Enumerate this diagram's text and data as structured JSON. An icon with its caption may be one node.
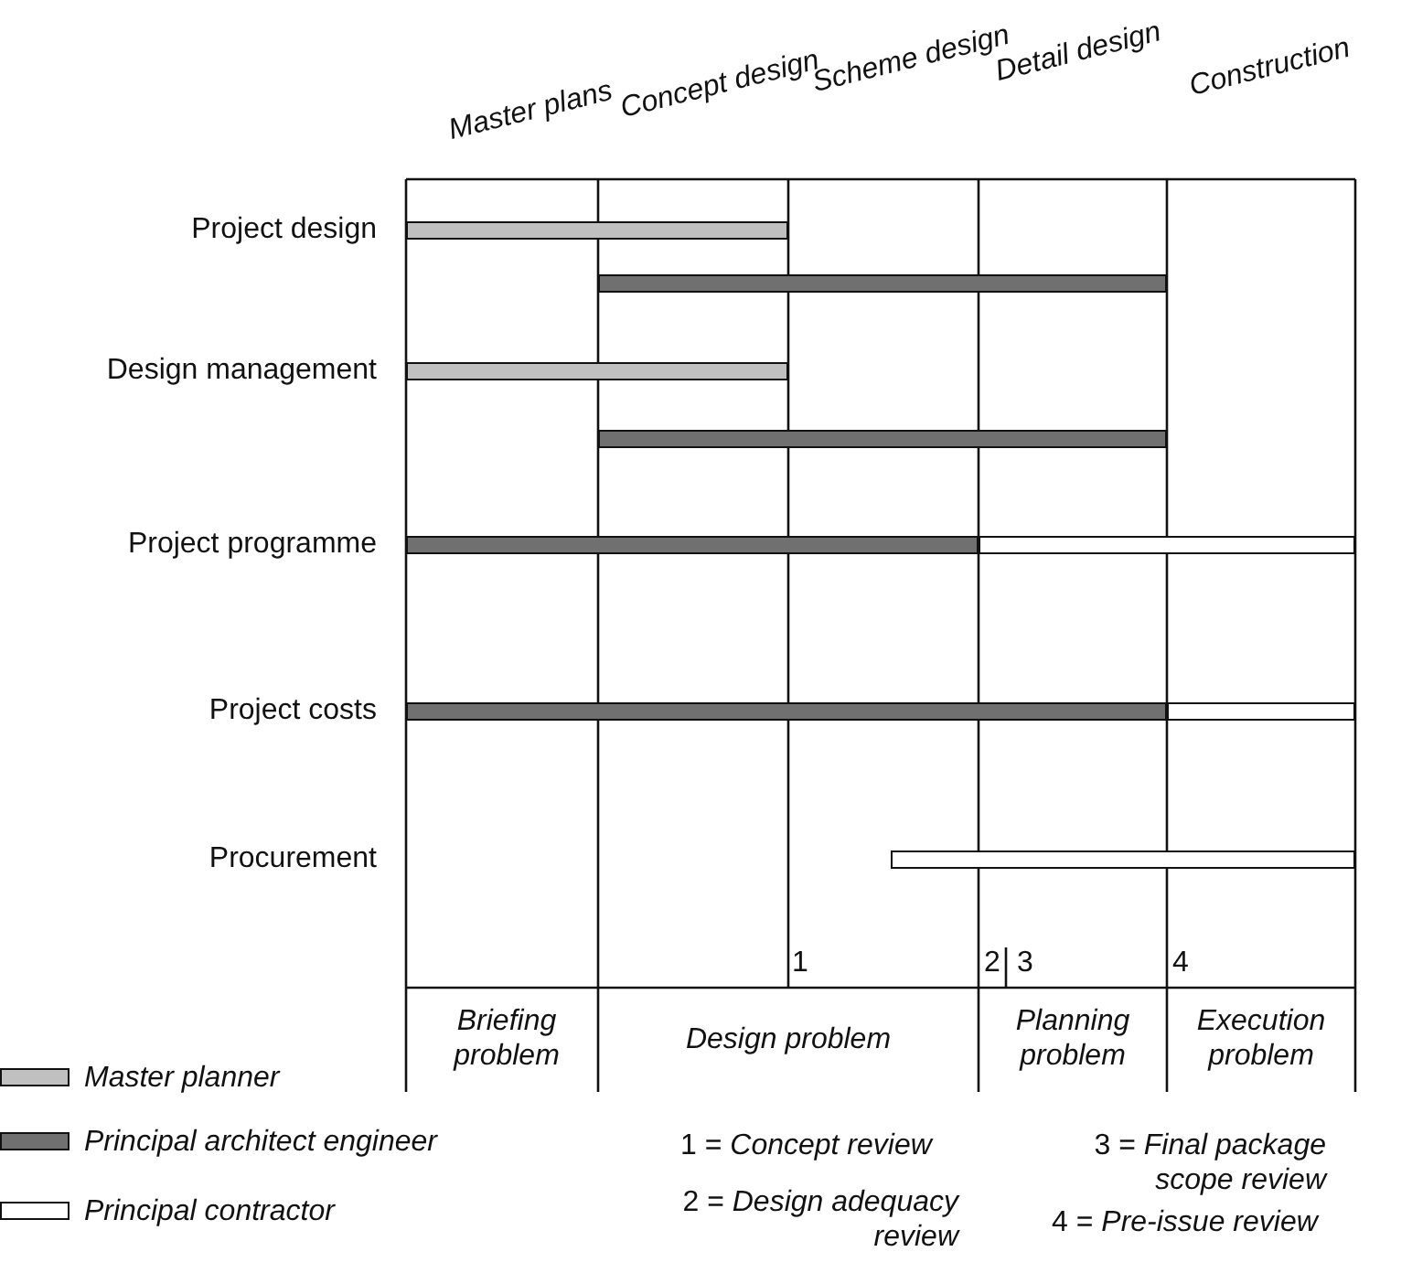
{
  "diagram": {
    "nodes": [
      {
        "text": [],
        "shape": "bar"
      },
      {
        "text": [],
        "shape": "bar"
      },
      {
        "text": [],
        "shape": "bar"
      },
      {
        "text": [],
        "shape": "bar"
      },
      {
        "text": [],
        "shape": "bar"
      },
      {
        "text": [],
        "shape": "bar"
      },
      {
        "text": [],
        "shape": "bar"
      },
      {
        "text": [],
        "shape": "bar"
      },
      {
        "text": [],
        "shape": "bar"
      }
    ],
    "labels": [
      "Master plans",
      "Concept design",
      "Scheme design",
      "Detail design",
      "Construction",
      "Project design",
      "Design management",
      "Project programme",
      "Project costs",
      "Procurement",
      "1",
      "2",
      "3",
      "4",
      "Briefing problem",
      "Design problem",
      "Planning problem",
      "Execution problem",
      "1 = *Concept review*",
      "3 = *Final package scope review*",
      "2 = *Design adequacy review*",
      "4 = *Pre-issue review*"
    ],
    "legend": [
      {
        "text": "Master planner",
        "color": "#c0c0c0"
      },
      {
        "text": "Principal architect engineer",
        "color": "#707070"
      },
      {
        "text": "Principal contractor",
        "color": "#ffffff"
      }
    ]
  }
}
